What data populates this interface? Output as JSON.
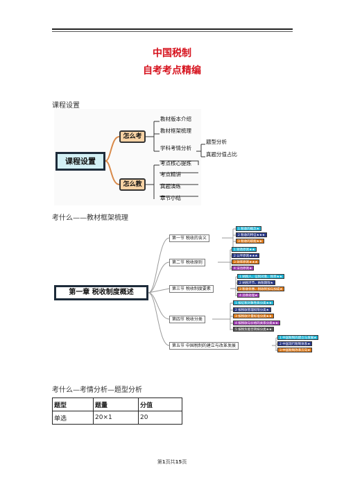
{
  "header": {
    "title": "中国税制",
    "subtitle": "自考考点精编"
  },
  "section1": {
    "label": "课程设置",
    "root": "课程设置",
    "nodes": [
      {
        "label": "怎么考",
        "children": [
          "教材版本介绍",
          "教材框架梳理",
          "学科考情分析"
        ],
        "sub": [
          "题型分析",
          "真题分值占比"
        ]
      },
      {
        "label": "怎么教",
        "children": [
          "考点核心提炼",
          "考点精讲",
          "真题演练",
          "章节小结"
        ]
      }
    ]
  },
  "section2": {
    "label": "考什么——教材框架梳理",
    "root": "第一章 税收制度概述",
    "sections": [
      {
        "label": "第一节 税收的含义",
        "items": [
          "1 税收的概念★",
          "2 税收的特征★★★",
          "3 税收的职能★★"
        ],
        "colors": [
          "#1fb5d6",
          "#2a3a8c",
          "#e07b1a"
        ]
      },
      {
        "label": "第二节 税收原则",
        "items": [
          "1 财政原则★★",
          "2 公平原则★★★",
          "3 效率原则★★★",
          "4 法治原则★"
        ],
        "colors": [
          "#1fb5d6",
          "#2a3a8c",
          "#e07b1a",
          "#a23cb5"
        ]
      },
      {
        "label": "第三节 税收制度要素",
        "items": [
          "1 纳税人、征税对象、税率★★",
          "2 纳税环节、纳税期限★",
          "3 税收优惠、税收附加与加成★",
          "4 违章处理★"
        ],
        "colors": [
          "#1fb5d6",
          "#2a3a8c",
          "#e07b1a",
          "#a23cb5"
        ]
      },
      {
        "label": "第四节 税收分类",
        "items": [
          "1 按征税对象性质分类★★",
          "2 按税收管理权限分类★",
          "3 按税收计量标准分类★★",
          "4 按税收与价格的关系分类★★",
          "5 按税负能否转嫁分类★★"
        ],
        "colors": [
          "#1fb5d6",
          "#2a3a8c",
          "#e07b1a",
          "#a23cb5",
          "#555555"
        ]
      },
      {
        "label": "第五节 中国税制的建立与改革发展",
        "items": [
          "1 中国税制的建立与发展★",
          "2 中国现行税制体系★",
          "3 中国税制改革方向★"
        ],
        "colors": [
          "#1fb5d6",
          "#2a3a8c",
          "#e07b1a"
        ]
      }
    ]
  },
  "section3": {
    "label": "考什么—考情分析—题型分析",
    "columns": [
      "题型",
      "题量",
      "分值"
    ],
    "rows": [
      [
        "单选",
        "20×1",
        "20"
      ]
    ]
  },
  "footer": {
    "page_prefix": "第",
    "page": "1",
    "mid": "页共",
    "total": "15",
    "suffix": "页"
  }
}
